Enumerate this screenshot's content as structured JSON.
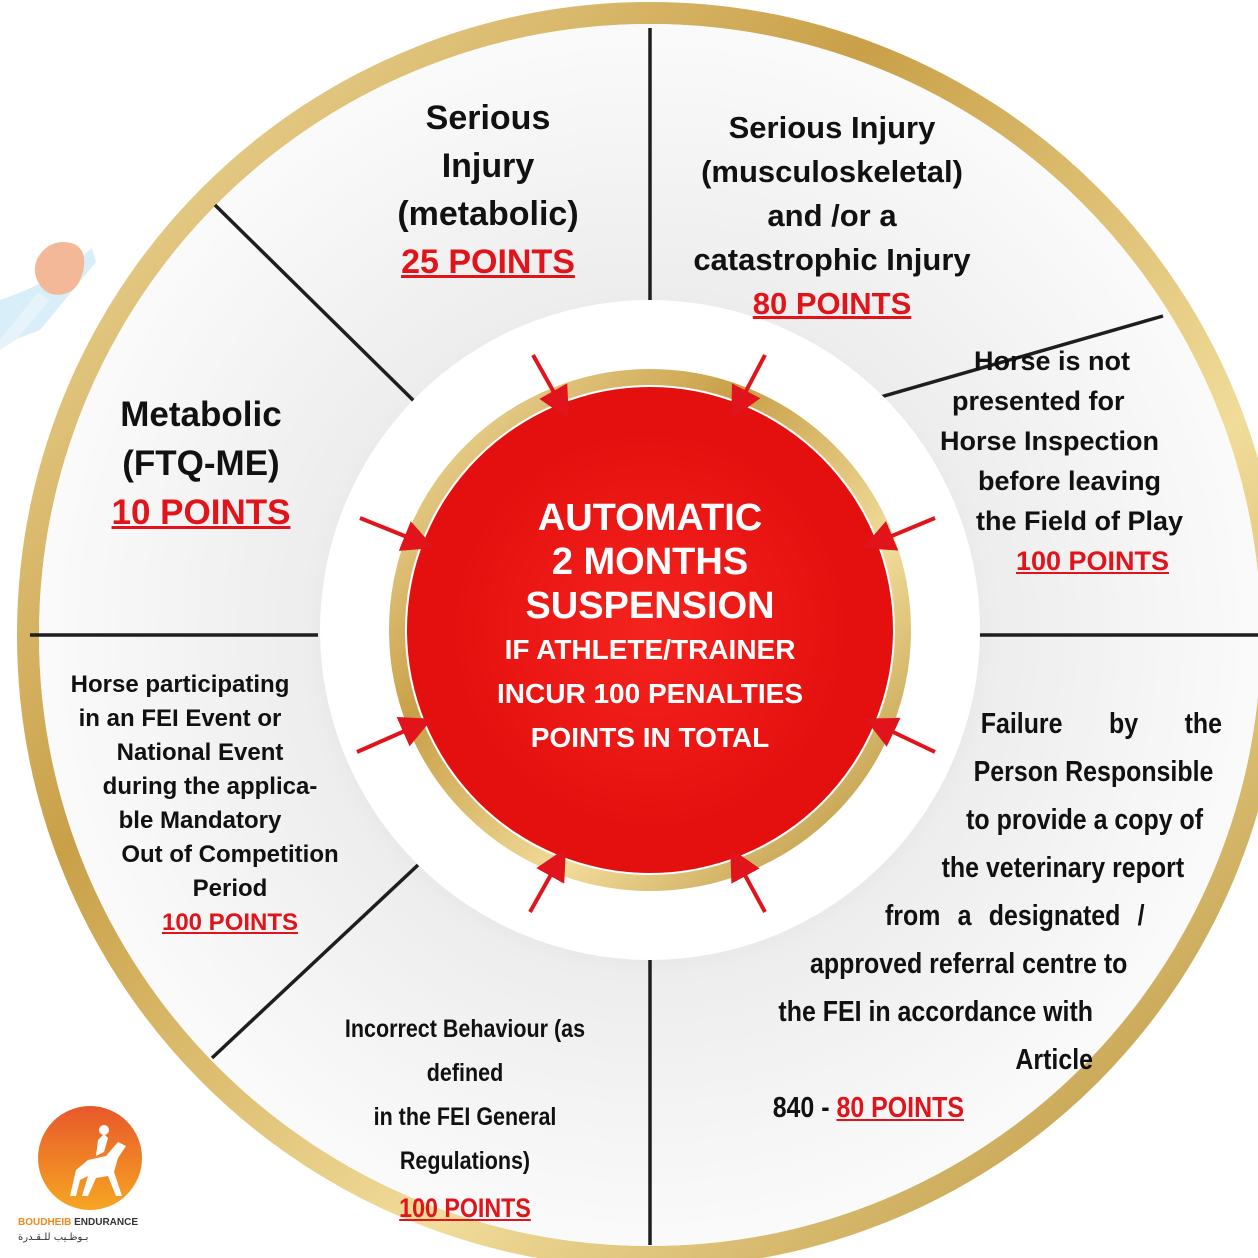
{
  "colors": {
    "ring_gold": "#d9b25a",
    "accent_red": "#e0141a",
    "segment_bg": "#f2f2f2",
    "divider": "#222222"
  },
  "center": {
    "line1": "AUTOMATIC",
    "line2": "2 MONTHS",
    "line3": "SUSPENSION",
    "line4": "IF ATHLETE/TRAINER",
    "line5": "INCUR 100 PENALTIES",
    "line6": "POINTS IN TOTAL"
  },
  "segments": {
    "metabolic_injury": {
      "l1": "Serious",
      "l2": "Injury",
      "l3": "(metabolic)",
      "points": "25 POINTS"
    },
    "musculoskeletal": {
      "l1": "Serious Injury",
      "l2": "(musculoskeletal)",
      "l3": "and /or a",
      "l4": "catastrophic Injury",
      "points": "80 POINTS"
    },
    "not_presented": {
      "l1": "Horse is not",
      "l2": "presented for",
      "l3": "Horse Inspection",
      "l4": "before leaving",
      "l5": "the Field of Play",
      "points": "100 POINTS"
    },
    "vet_report": {
      "l1": "Failure by the",
      "l2": "Person Responsible",
      "l3": "to provide a copy of",
      "l4": "the veterinary report",
      "l5": "from a designated /",
      "l6": "approved referral centre to",
      "l7": "the FEI in accordance with Article",
      "l8": "840 - ",
      "points": "80 POINTS"
    },
    "incorrect_behaviour": {
      "l1": "Incorrect Behaviour (as defined",
      "l2": "in the FEI General Regulations)",
      "points": "100 POINTS"
    },
    "out_of_competition": {
      "l1": "Horse participating",
      "l2": "in an FEI Event or",
      "l3": "National Event",
      "l4": "during the applica-",
      "l5": "ble Mandatory",
      "l6": "Out of Competition",
      "l7": "Period",
      "points": "100 POINTS"
    },
    "ftq_me": {
      "l1": "Metabolic",
      "l2": "(FTQ-ME)",
      "points": "10 POINTS"
    }
  },
  "logo": {
    "name_part1": "BOUDHEIB",
    "name_part2": " ENDURANCE",
    "arabic": "بـوظـيب للـقـدرة"
  }
}
